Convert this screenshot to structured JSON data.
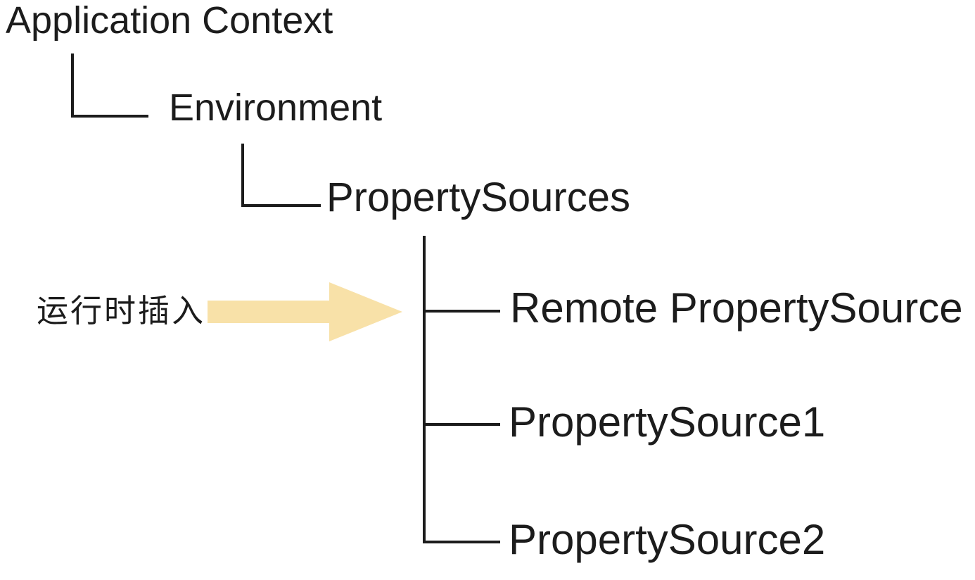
{
  "diagram": {
    "type": "tree",
    "root": {
      "label": "Application Context",
      "children": [
        {
          "label": "Environment",
          "children": [
            {
              "label": "PropertySources",
              "children": [
                {
                  "label": "Remote PropertySource",
                  "inserted_at_runtime": true
                },
                {
                  "label": "PropertySource1"
                },
                {
                  "label": "PropertySource2"
                }
              ]
            }
          ]
        }
      ]
    },
    "annotation": {
      "text": "运行时插入",
      "meaning": "inserted at runtime",
      "target": "Remote PropertySource",
      "icon": "right-arrow-icon"
    },
    "colors": {
      "line": "#1c1c1c",
      "text": "#1c1c1c",
      "arrow_fill": "#f8e1a8"
    }
  }
}
